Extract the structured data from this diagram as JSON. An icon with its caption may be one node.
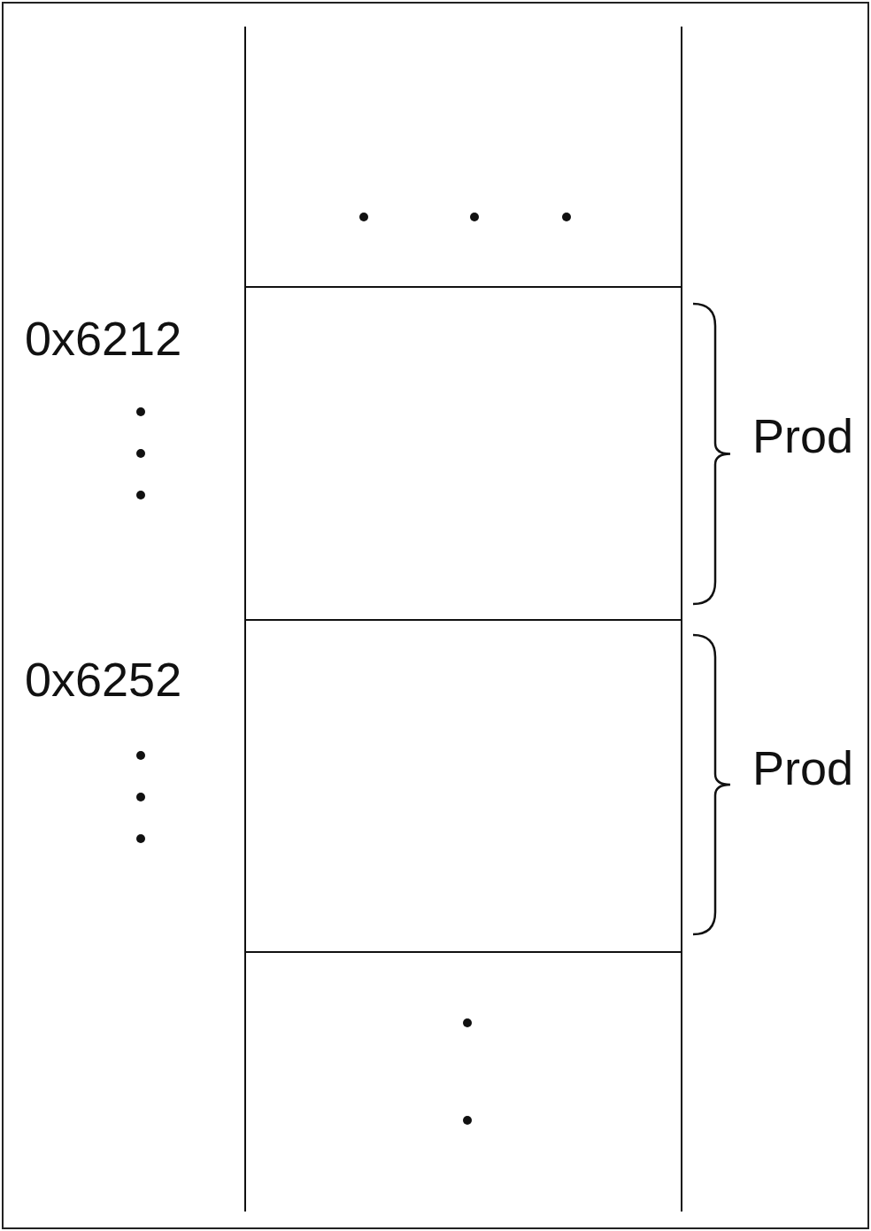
{
  "diagram": {
    "labels": [
      "0x6212",
      "Prod",
      "0x6252",
      "Prod"
    ]
  }
}
